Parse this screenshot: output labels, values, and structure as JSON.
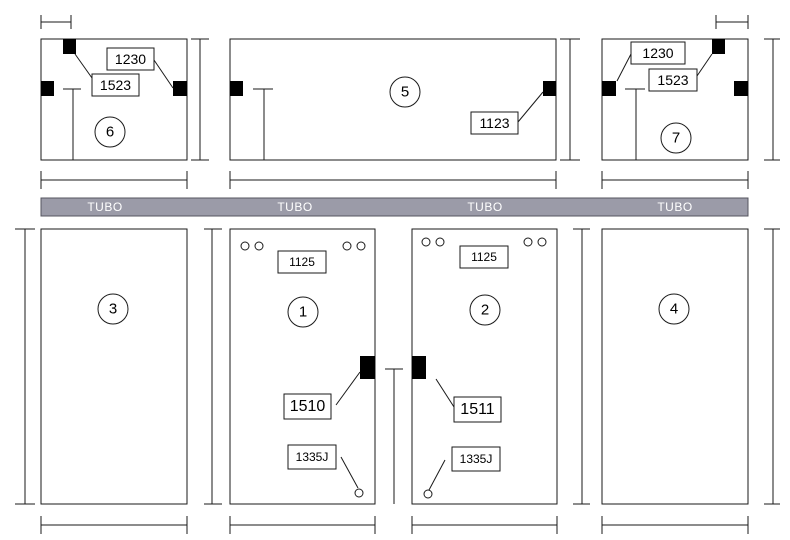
{
  "panels": {
    "p6": {
      "number": "6",
      "labels": [
        "1230",
        "1523"
      ]
    },
    "p5": {
      "number": "5",
      "labels": [
        "1123"
      ]
    },
    "p7": {
      "number": "7",
      "labels": [
        "1230",
        "1523"
      ]
    },
    "p3": {
      "number": "3"
    },
    "p1": {
      "number": "1",
      "labels": [
        "1125",
        "1510",
        "1335J"
      ]
    },
    "p2": {
      "number": "2",
      "labels": [
        "1125",
        "1511",
        "1335J"
      ]
    },
    "p4": {
      "number": "4"
    }
  },
  "tube": {
    "labels": [
      "TUBO",
      "TUBO",
      "TUBO",
      "TUBO"
    ]
  },
  "colors": {
    "tube_bar": "#9b9ba8",
    "tube_text": "#ffffff",
    "hinge": "#000000"
  }
}
